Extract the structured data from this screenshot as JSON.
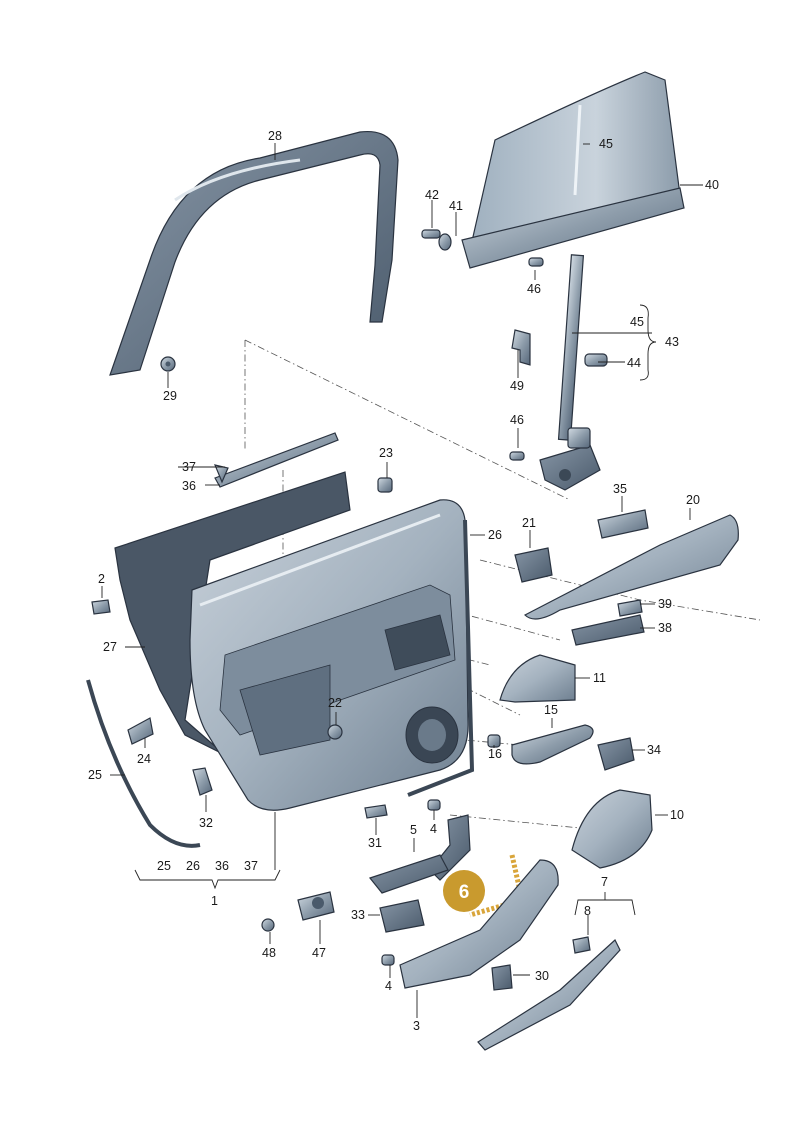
{
  "colors": {
    "part_dark": "#5d6e7f",
    "part_mid": "#8a9aa9",
    "part_light": "#c3ced8",
    "highlight": "#d9a53a",
    "badge": "#c99a2e"
  },
  "badge": {
    "label": "6"
  },
  "callouts": {
    "c1": "1",
    "c2": "2",
    "c3": "3",
    "c4a": "4",
    "c4b": "4",
    "c5": "5",
    "c7": "7",
    "c8": "8",
    "c10": "10",
    "c11": "11",
    "c15": "15",
    "c16": "16",
    "c20": "20",
    "c21": "21",
    "c22": "22",
    "c23": "23",
    "c24": "24",
    "c25": "25",
    "c26": "26",
    "c27": "27",
    "c28": "28",
    "c29": "29",
    "c30": "30",
    "c31": "31",
    "c32": "32",
    "c33": "33",
    "c34": "34",
    "c35": "35",
    "c36": "36",
    "c37": "37",
    "c38": "38",
    "c39": "39",
    "c40": "40",
    "c41": "41",
    "c42": "42",
    "c43": "43",
    "c44": "44",
    "c45a": "45",
    "c45b": "45",
    "c46a": "46",
    "c46b": "46",
    "c47": "47",
    "c48": "48",
    "c49": "49"
  },
  "group1": {
    "items": [
      "25",
      "26",
      "36",
      "37"
    ]
  }
}
